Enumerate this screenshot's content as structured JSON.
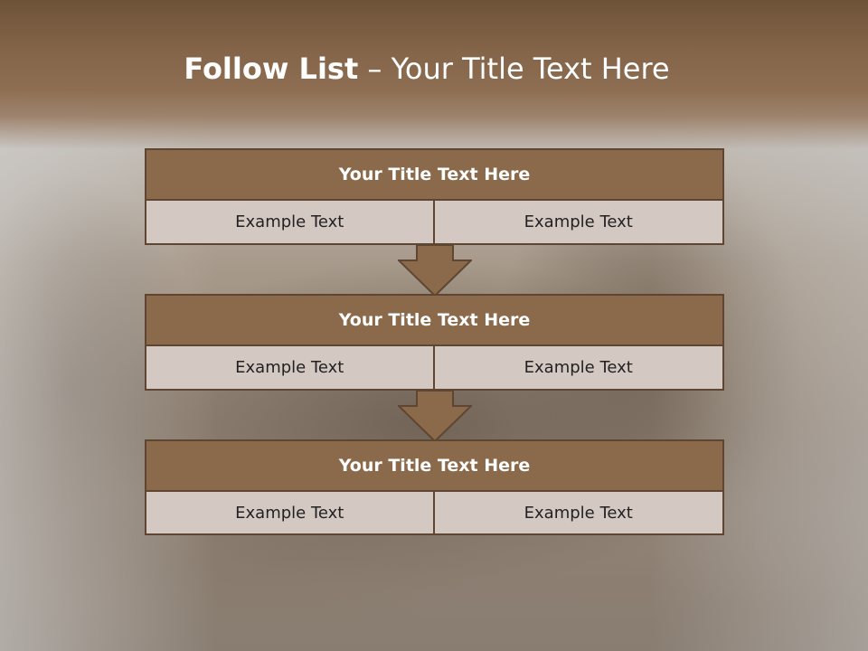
{
  "title": {
    "bold": "Follow List",
    "separator": " – ",
    "normal": "Your Title Text Here"
  },
  "blocks": [
    {
      "title": "Your Title Text Here",
      "left": "Example Text",
      "right": "Example Text"
    },
    {
      "title": "Your Title Text Here",
      "left": "Example Text",
      "right": "Example Text"
    },
    {
      "title": "Your Title Text Here",
      "left": "Example Text",
      "right": "Example Text"
    }
  ],
  "colors": {
    "header": "#8b6a4b",
    "border": "#5e4632",
    "cell": "#d4c8c3",
    "arrow": "#8b6a4b"
  }
}
